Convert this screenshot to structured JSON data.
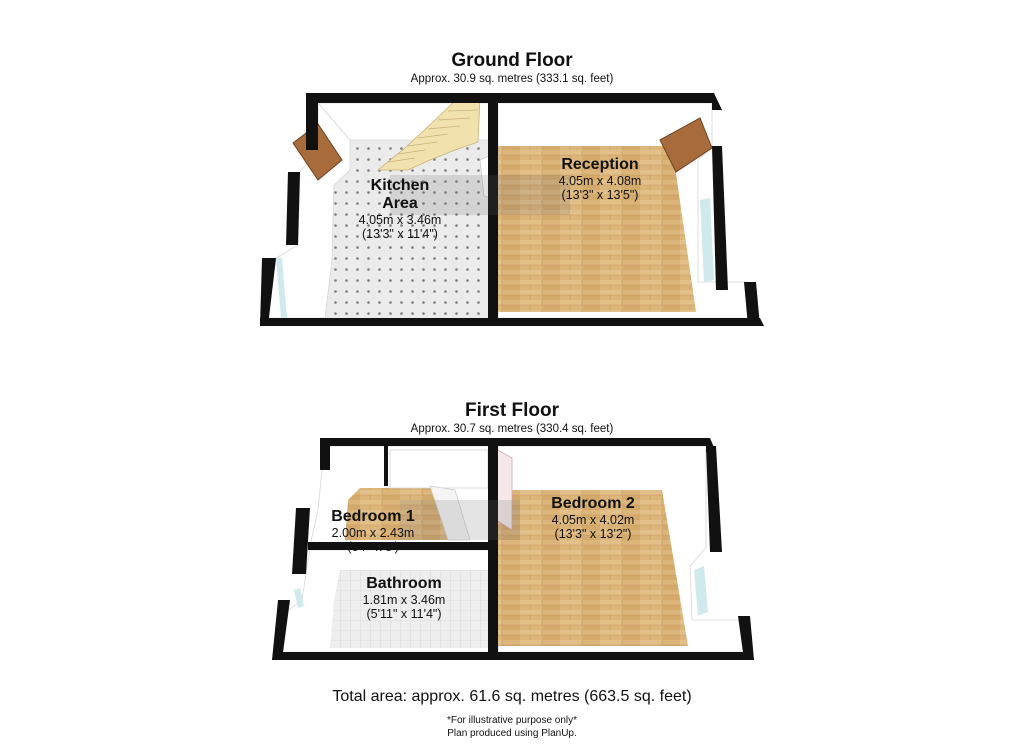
{
  "floors": {
    "ground": {
      "title": "Ground Floor",
      "area": "Approx. 30.9 sq. metres (333.1 sq. feet)",
      "rooms": {
        "kitchen": {
          "name_line1": "Kitchen",
          "name_line2": "Area",
          "metric": "4.05m x 3.46m",
          "imperial": "(13'3\" x 11'4\")"
        },
        "reception": {
          "name": "Reception",
          "metric": "4.05m x 4.08m",
          "imperial": "(13'3\" x 13'5\")"
        }
      }
    },
    "first": {
      "title": "First Floor",
      "area": "Approx. 30.7 sq. metres (330.4 sq. feet)",
      "rooms": {
        "bedroom1": {
          "name": "Bedroom 1",
          "metric": "2.00m x 2.43m",
          "imperial": "(6'7\" x 8')"
        },
        "bathroom": {
          "name": "Bathroom",
          "metric": "1.81m x 3.46m",
          "imperial": "(5'11\" x 11'4\")"
        },
        "bedroom2": {
          "name": "Bedroom 2",
          "metric": "4.05m x 4.02m",
          "imperial": "(13'3\" x 13'2\")"
        }
      }
    }
  },
  "total_area": "Total area: approx. 61.6 sq. metres (663.5 sq. feet)",
  "disclaimer": "*For illustrative purpose only*",
  "credit": "Plan produced using PlanUp.",
  "colors": {
    "wall": "#111111",
    "wall_face": "#ffffff",
    "wood_floor": "#dcb57a",
    "tile_floor": "#e9e9e9",
    "stairs": "#f1e1ad",
    "door": "#a86b3c",
    "glass": "#cfe9ec"
  }
}
